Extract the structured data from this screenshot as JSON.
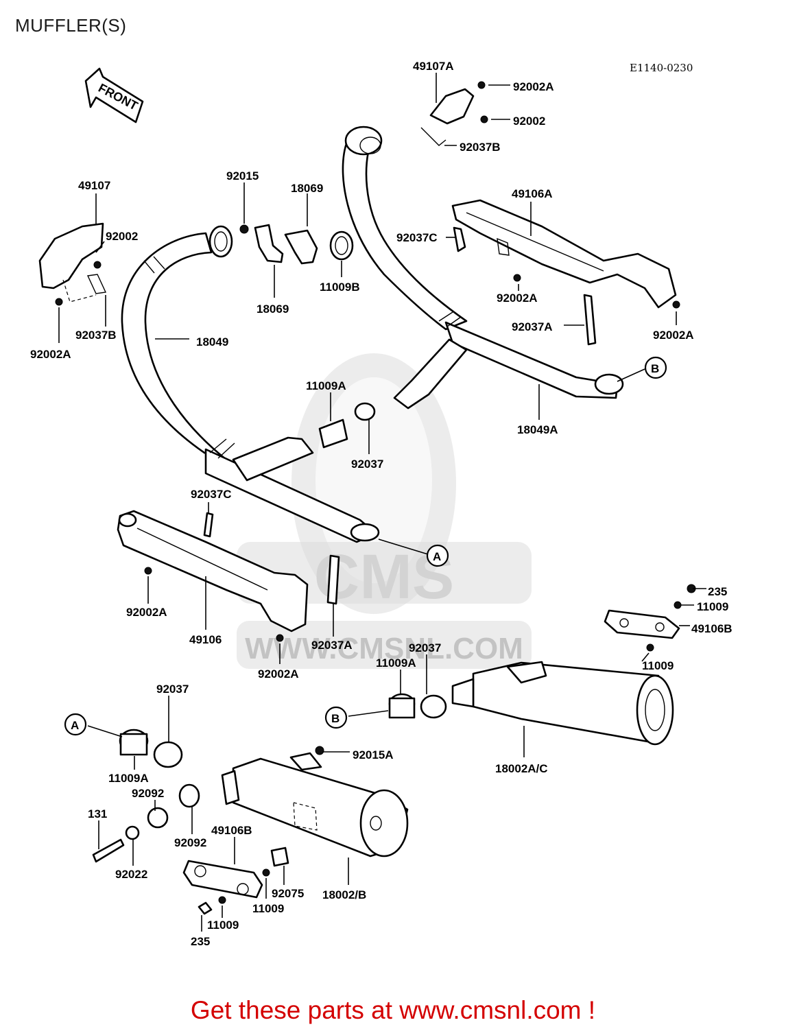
{
  "title": "MUFFLER(S)",
  "diagram_code": "E1140-0230",
  "front_arrow_label": "FRONT",
  "watermark": {
    "brand": "CMS",
    "url": "WWW.CMSNL.COM"
  },
  "refs": {
    "a": "A",
    "b": "B"
  },
  "parts": {
    "p49107A": "49107A",
    "p92002A_1": "92002A",
    "p92002_1": "92002",
    "p92037B_1": "92037B",
    "p49107": "49107",
    "p92002_2": "92002",
    "p92037B_2": "92037B",
    "p92002A_2": "92002A",
    "p92015": "92015",
    "p18069_1": "18069",
    "p18069_2": "18069",
    "p11009B": "11009B",
    "p18049": "18049",
    "p49106A": "49106A",
    "p92037C_1": "92037C",
    "p92002A_3": "92002A",
    "p92037A_1": "92037A",
    "p92002A_4": "92002A",
    "p11009A_1": "11009A",
    "p92037_1": "92037",
    "p18049A": "18049A",
    "p92037C_2": "92037C",
    "p92002A_5": "92002A",
    "p49106": "49106",
    "p92037A_2": "92037A",
    "p92002A_6": "92002A",
    "p235_1": "235",
    "p11009_1": "11009",
    "p49106B_1": "49106B",
    "p11009_2": "11009",
    "p92037_2": "92037",
    "p11009A_2": "11009A",
    "p18002AC": "18002A/C",
    "p92037_3": "92037",
    "p11009A_3": "11009A",
    "p92015A": "92015A",
    "p92092_1": "92092",
    "p92092_2": "92092",
    "p131": "131",
    "p92022": "92022",
    "p49106B_2": "49106B",
    "p92075": "92075",
    "p18002B": "18002/B",
    "p11009_3": "11009",
    "p11009_4": "11009",
    "p235_2": "235"
  },
  "footer": "Get these parts at www.cmsnl.com !"
}
